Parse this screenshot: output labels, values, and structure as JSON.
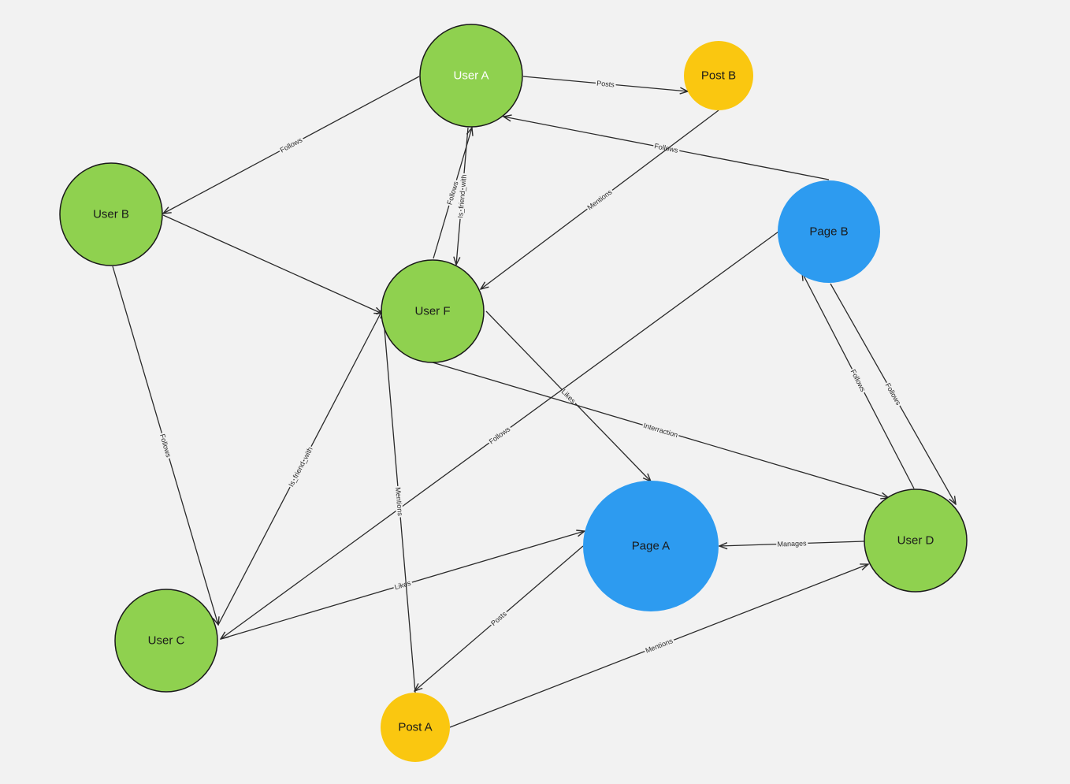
{
  "colors": {
    "background": "#f2f2f2",
    "user": "#8fd14f",
    "page": "#2d9bf0",
    "post": "#fac710",
    "stroke": "#1a1a1a",
    "edge": "#2a2a2a"
  },
  "nodes": [
    {
      "id": "userA",
      "label": "User A",
      "kind": "user",
      "light": true
    },
    {
      "id": "postB",
      "label": "Post B",
      "kind": "post"
    },
    {
      "id": "userB",
      "label": "User B",
      "kind": "user"
    },
    {
      "id": "userF",
      "label": "User F",
      "kind": "user"
    },
    {
      "id": "pageB",
      "label": "Page B",
      "kind": "page"
    },
    {
      "id": "pageA",
      "label": "Page A",
      "kind": "page"
    },
    {
      "id": "userD",
      "label": "User D",
      "kind": "user"
    },
    {
      "id": "userC",
      "label": "User C",
      "kind": "user"
    },
    {
      "id": "postA",
      "label": "Post A",
      "kind": "post"
    }
  ],
  "edges": [
    {
      "from": "userA",
      "to": "postB",
      "label": "Posts"
    },
    {
      "from": "userA",
      "to": "userB",
      "label": "Follows"
    },
    {
      "from": "pageB",
      "to": "userA",
      "label": "Follows"
    },
    {
      "from": "postB",
      "to": "userF",
      "label": "Mentions"
    },
    {
      "from": "userF",
      "to": "userA",
      "label": "Follows"
    },
    {
      "from": "userA",
      "to": "userF",
      "label": "Is_friend_with"
    },
    {
      "from": "userB",
      "to": "userF",
      "label": ""
    },
    {
      "from": "userB",
      "to": "userC",
      "label": "Follows"
    },
    {
      "from": "userC",
      "to": "userF",
      "label": "Is_friend_with"
    },
    {
      "from": "userF",
      "to": "pageA",
      "label": "Likes"
    },
    {
      "from": "userF",
      "to": "userD",
      "label": "Interraction"
    },
    {
      "from": "pageB",
      "to": "userC",
      "label": "Follows"
    },
    {
      "from": "userD",
      "to": "pageB",
      "label": "Follows"
    },
    {
      "from": "pageB",
      "to": "userD",
      "label": "Follows"
    },
    {
      "from": "userD",
      "to": "pageA",
      "label": "Manages"
    },
    {
      "from": "userC",
      "to": "pageA",
      "label": "Likes"
    },
    {
      "from": "postA",
      "to": "userF",
      "label": "Mentions"
    },
    {
      "from": "pageA",
      "to": "postA",
      "label": "Posts"
    },
    {
      "from": "postA",
      "to": "userD",
      "label": "Mentions"
    }
  ]
}
